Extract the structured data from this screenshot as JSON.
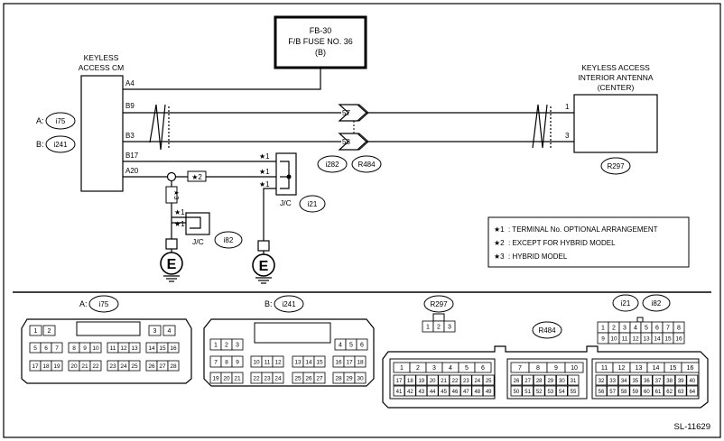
{
  "fuse_box": {
    "line1": "FB-30",
    "line2": "F/B FUSE NO. 36",
    "line3": "(B)"
  },
  "keyless_cm": {
    "line1": "KEYLESS",
    "line2": "ACCESS CM"
  },
  "antenna": {
    "line1": "KEYLESS ACCESS",
    "line2": "INTERIOR ANTENNA",
    "line3": "(CENTER)"
  },
  "pins": {
    "a4": "A4",
    "b9": "B9",
    "b3": "B3",
    "b17": "B17",
    "a20": "A20",
    "c57": "57",
    "c58": "58",
    "ant1": "1",
    "ant3": "3"
  },
  "labels": {
    "a_prefix": "A:",
    "b_prefix": "B:",
    "i75": "i75",
    "i241": "i241",
    "i282": "i282",
    "r484": "R484",
    "r297": "R297",
    "i21": "i21",
    "i82": "i82",
    "jc": "J/C",
    "ground": "E",
    "star1": "★1",
    "star2": "★2",
    "star3": "★3"
  },
  "legend": [
    {
      "mark": "★1",
      "text": ": TERMINAL No. OPTIONAL ARRANGEMENT"
    },
    {
      "mark": "★2",
      "text": ": EXCEPT FOR HYBRID MODEL"
    },
    {
      "mark": "★3",
      "text": ": HYBRID MODEL"
    }
  ],
  "connectors": {
    "i75": {
      "row1": [
        "1",
        "2",
        "",
        "3",
        "4"
      ],
      "row2": [
        "5",
        "6",
        "7",
        "8",
        "9",
        "10",
        "11",
        "12",
        "13",
        "14",
        "15",
        "16"
      ],
      "row3": [
        "17",
        "18",
        "19",
        "20",
        "21",
        "22",
        "23",
        "24",
        "25",
        "26",
        "27",
        "28"
      ]
    },
    "i241": {
      "row1": [
        "1",
        "2",
        "3",
        "4",
        "5",
        "6"
      ],
      "row2": [
        "7",
        "8",
        "9",
        "10",
        "11",
        "12",
        "13",
        "14",
        "15",
        "16",
        "17",
        "18"
      ],
      "row3": [
        "19",
        "20",
        "21",
        "22",
        "23",
        "24",
        "25",
        "26",
        "27",
        "28",
        "29",
        "30"
      ]
    },
    "r297": [
      "1",
      "2",
      "3"
    ],
    "i21": {
      "row1": [
        "1",
        "2",
        "3",
        "4",
        "5",
        "6",
        "7",
        "8"
      ],
      "row2": [
        "9",
        "10",
        "11",
        "12",
        "13",
        "14",
        "15",
        "16"
      ]
    },
    "r484": {
      "top": [
        "1",
        "2",
        "3",
        "4",
        "5",
        "6",
        "7",
        "8",
        "9",
        "10",
        "11",
        "12",
        "13",
        "14",
        "15",
        "16"
      ],
      "r1": [
        "17",
        "18",
        "19",
        "20",
        "21",
        "22",
        "23",
        "24",
        "25",
        "26",
        "27",
        "28",
        "29",
        "30",
        "31",
        "32",
        "33",
        "34",
        "35",
        "36",
        "37",
        "38",
        "39",
        "40"
      ],
      "r2": [
        "41",
        "42",
        "43",
        "44",
        "45",
        "46",
        "47",
        "48",
        "49",
        "50",
        "51",
        "52",
        "53",
        "54",
        "55",
        "56",
        "57",
        "58",
        "59",
        "60",
        "61",
        "62",
        "63",
        "64"
      ]
    }
  },
  "footer": {
    "code": "SL-11629"
  }
}
